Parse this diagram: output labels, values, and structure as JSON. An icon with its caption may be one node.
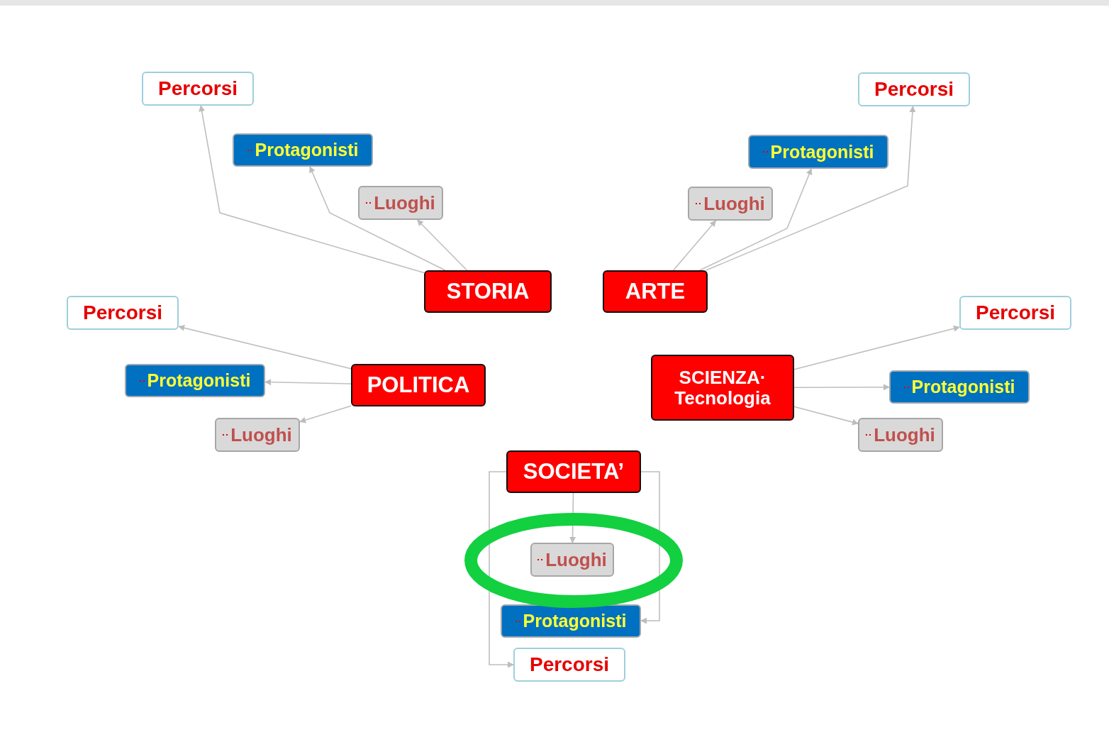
{
  "diagram": {
    "nodes": [
      {
        "text": [
          "STORIA"
        ]
      },
      {
        "text": [
          "Luoghi"
        ]
      },
      {
        "text": [
          "Protagonisti"
        ]
      },
      {
        "text": [
          "Percorsi"
        ]
      },
      {
        "text": [
          "ARTE"
        ]
      },
      {
        "text": [
          "Luoghi"
        ]
      },
      {
        "text": [
          "Protagonisti"
        ]
      },
      {
        "text": [
          "Percorsi"
        ]
      },
      {
        "text": [
          "POLITICA"
        ]
      },
      {
        "text": [
          "Percorsi"
        ]
      },
      {
        "text": [
          "Protagonisti"
        ]
      },
      {
        "text": [
          "Luoghi"
        ]
      },
      {
        "text": [
          "SCIENZA· Tecnologia"
        ]
      },
      {
        "text": [
          "Percorsi"
        ]
      },
      {
        "text": [
          "Protagonisti"
        ]
      },
      {
        "text": [
          "Luoghi"
        ]
      },
      {
        "text": [
          "SOCIETA’"
        ]
      },
      {
        "text": [
          "Luoghi"
        ]
      },
      {
        "text": [
          "Protagonisti"
        ]
      },
      {
        "text": [
          "Percorsi"
        ]
      }
    ],
    "edges": [
      {
        "from": 0,
        "to": 1,
        "arrow": "to"
      },
      {
        "from": 0,
        "to": 2,
        "arrow": "to"
      },
      {
        "from": 0,
        "to": 3,
        "arrow": "to"
      },
      {
        "from": 4,
        "to": 5,
        "arrow": "to"
      },
      {
        "from": 4,
        "to": 6,
        "arrow": "to"
      },
      {
        "from": 4,
        "to": 7,
        "arrow": "to"
      },
      {
        "from": 8,
        "to": 9,
        "arrow": "to"
      },
      {
        "from": 8,
        "to": 10,
        "arrow": "to"
      },
      {
        "from": 8,
        "to": 11,
        "arrow": "to"
      },
      {
        "from": 12,
        "to": 13,
        "arrow": "to"
      },
      {
        "from": 12,
        "to": 14,
        "arrow": "to"
      },
      {
        "from": 12,
        "to": 15,
        "arrow": "to"
      },
      {
        "from": 16,
        "to": 17,
        "arrow": "to"
      },
      {
        "from": 16,
        "to": 18,
        "arrow": "to"
      },
      {
        "from": 16,
        "to": 19,
        "arrow": "to"
      }
    ]
  }
}
